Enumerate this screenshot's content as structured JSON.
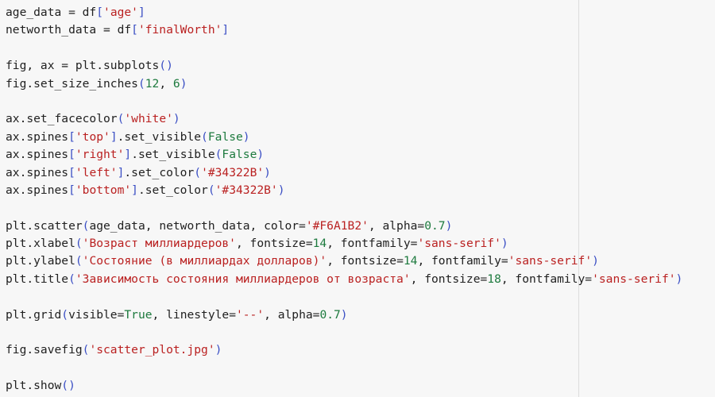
{
  "colors": {
    "string": "#ba2121",
    "number": "#1d7a3e",
    "paren": "#3a4ec4",
    "keyword": "#1d7a3e",
    "text": "#212121",
    "background": "#f7f7f7"
  },
  "code_lines": [
    [
      [
        "plain",
        "age_data = df"
      ],
      [
        "paren",
        "["
      ],
      [
        "str",
        "'age'"
      ],
      [
        "paren",
        "]"
      ]
    ],
    [
      [
        "plain",
        "networth_data = df"
      ],
      [
        "paren",
        "["
      ],
      [
        "str",
        "'finalWorth'"
      ],
      [
        "paren",
        "]"
      ]
    ],
    [],
    [
      [
        "plain",
        "fig, ax = plt.subplots"
      ],
      [
        "paren",
        "()"
      ]
    ],
    [
      [
        "plain",
        "fig.set_size_inches"
      ],
      [
        "paren",
        "("
      ],
      [
        "num",
        "12"
      ],
      [
        "plain",
        ", "
      ],
      [
        "num",
        "6"
      ],
      [
        "paren",
        ")"
      ]
    ],
    [],
    [
      [
        "plain",
        "ax.set_facecolor"
      ],
      [
        "paren",
        "("
      ],
      [
        "str",
        "'white'"
      ],
      [
        "paren",
        ")"
      ]
    ],
    [
      [
        "plain",
        "ax.spines"
      ],
      [
        "paren",
        "["
      ],
      [
        "str",
        "'top'"
      ],
      [
        "paren",
        "]"
      ],
      [
        "plain",
        ".set_visible"
      ],
      [
        "paren",
        "("
      ],
      [
        "kw",
        "False"
      ],
      [
        "paren",
        ")"
      ]
    ],
    [
      [
        "plain",
        "ax.spines"
      ],
      [
        "paren",
        "["
      ],
      [
        "str",
        "'right'"
      ],
      [
        "paren",
        "]"
      ],
      [
        "plain",
        ".set_visible"
      ],
      [
        "paren",
        "("
      ],
      [
        "kw",
        "False"
      ],
      [
        "paren",
        ")"
      ]
    ],
    [
      [
        "plain",
        "ax.spines"
      ],
      [
        "paren",
        "["
      ],
      [
        "str",
        "'left'"
      ],
      [
        "paren",
        "]"
      ],
      [
        "plain",
        ".set_color"
      ],
      [
        "paren",
        "("
      ],
      [
        "str",
        "'#34322B'"
      ],
      [
        "paren",
        ")"
      ]
    ],
    [
      [
        "plain",
        "ax.spines"
      ],
      [
        "paren",
        "["
      ],
      [
        "str",
        "'bottom'"
      ],
      [
        "paren",
        "]"
      ],
      [
        "plain",
        ".set_color"
      ],
      [
        "paren",
        "("
      ],
      [
        "str",
        "'#34322B'"
      ],
      [
        "paren",
        ")"
      ]
    ],
    [],
    [
      [
        "plain",
        "plt.scatter"
      ],
      [
        "paren",
        "("
      ],
      [
        "plain",
        "age_data, networth_data, color="
      ],
      [
        "str",
        "'#F6A1B2'"
      ],
      [
        "plain",
        ", alpha="
      ],
      [
        "num",
        "0.7"
      ],
      [
        "paren",
        ")"
      ]
    ],
    [
      [
        "plain",
        "plt.xlabel"
      ],
      [
        "paren",
        "("
      ],
      [
        "str",
        "'Возраст миллиардеров'"
      ],
      [
        "plain",
        ", fontsize="
      ],
      [
        "num",
        "14"
      ],
      [
        "plain",
        ", fontfamily="
      ],
      [
        "str",
        "'sans-serif'"
      ],
      [
        "paren",
        ")"
      ]
    ],
    [
      [
        "plain",
        "plt.ylabel"
      ],
      [
        "paren",
        "("
      ],
      [
        "str",
        "'Состояние (в миллиардах долларов)'"
      ],
      [
        "plain",
        ", fontsize="
      ],
      [
        "num",
        "14"
      ],
      [
        "plain",
        ", fontfamily="
      ],
      [
        "str",
        "'sans-serif'"
      ],
      [
        "paren",
        ")"
      ]
    ],
    [
      [
        "plain",
        "plt.title"
      ],
      [
        "paren",
        "("
      ],
      [
        "str",
        "'Зависимость состояния миллиардеров от возраста'"
      ],
      [
        "plain",
        ", fontsize="
      ],
      [
        "num",
        "18"
      ],
      [
        "plain",
        ", fontfamily="
      ],
      [
        "str",
        "'sans-serif'"
      ],
      [
        "paren",
        ")"
      ]
    ],
    [],
    [
      [
        "plain",
        "plt.grid"
      ],
      [
        "paren",
        "("
      ],
      [
        "plain",
        "visible="
      ],
      [
        "kw",
        "True"
      ],
      [
        "plain",
        ", linestyle="
      ],
      [
        "str",
        "'--'"
      ],
      [
        "plain",
        ", alpha="
      ],
      [
        "num",
        "0.7"
      ],
      [
        "paren",
        ")"
      ]
    ],
    [],
    [
      [
        "plain",
        "fig.savefig"
      ],
      [
        "paren",
        "("
      ],
      [
        "str",
        "'scatter_plot.jpg'"
      ],
      [
        "paren",
        ")"
      ]
    ],
    [],
    [
      [
        "plain",
        "plt.show"
      ],
      [
        "paren",
        "()"
      ]
    ]
  ]
}
